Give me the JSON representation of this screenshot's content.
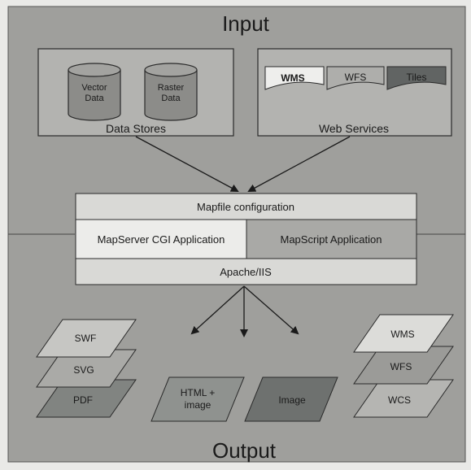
{
  "top_label": "Input",
  "bottom_label": "Output",
  "data_stores": {
    "caption": "Data Stores",
    "items": [
      {
        "line1": "Vector",
        "line2": "Data"
      },
      {
        "line1": "Raster",
        "line2": "Data"
      }
    ]
  },
  "web_services": {
    "caption": "Web Services",
    "items": [
      "WMS",
      "WFS",
      "Tiles"
    ]
  },
  "server": {
    "config_label": "Mapfile configuration",
    "cgi_label": "MapServer CGI Application",
    "mapscript_label": "MapScript Application",
    "webserver_label": "Apache/IIS"
  },
  "outputs": {
    "formats": [
      "SWF",
      "SVG",
      "PDF"
    ],
    "html_image": {
      "line1": "HTML +",
      "line2": "image"
    },
    "image": "Image",
    "services": [
      "WMS",
      "WFS",
      "WCS"
    ]
  },
  "colors": {
    "background": "#9f9f9c",
    "light_panel": "#d9d9d6",
    "cgi_panel": "#ececea",
    "tiles_dark": "#616463",
    "border": "#3a3a3a"
  }
}
